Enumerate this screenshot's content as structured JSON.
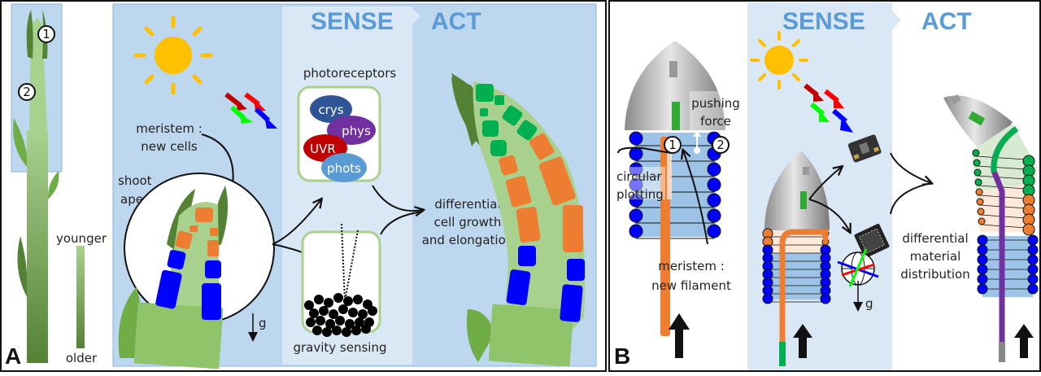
{
  "panel_a": {
    "letter": "A",
    "gradient_legend": {
      "top": "younger",
      "bottom": "older"
    },
    "markers": [
      "1",
      "2"
    ],
    "sense_title": "SENSE",
    "act_title": "ACT",
    "meristem_label": [
      "meristem :",
      "new cells"
    ],
    "shoot_apex_label": [
      "shoot",
      "apex"
    ],
    "photoreceptors_label": "photoreceptors",
    "photoreceptors": [
      "crys",
      "phys",
      "UVR",
      "phots"
    ],
    "gravity_label": "gravity sensing",
    "gravity_symbol": "g",
    "act_label": [
      "differential",
      "cell growth",
      "and elongation"
    ]
  },
  "panel_b": {
    "letter": "B",
    "markers": [
      "1",
      "2"
    ],
    "pushing_force_label": [
      "pushing",
      "force"
    ],
    "circular_plotting_label": [
      "circular",
      "plotting"
    ],
    "meristem_label": [
      "meristem :",
      "new filament"
    ],
    "sense_title": "SENSE",
    "act_title": "ACT",
    "gravity_symbol": "g",
    "act_label": [
      "differential",
      "material",
      "distribution"
    ]
  },
  "colors": {
    "panel_bg": "#bdd7ee",
    "sense_bg": "#dae8f5",
    "header_text": "#5b9bd5",
    "sun": "#ffc000",
    "cell_green": "#00b050",
    "cell_orange": "#ed7d31",
    "cell_blue": "#0000ff",
    "stem_light": "#a9d18e",
    "leaf_dark": "#548235",
    "crys": "#2f5597",
    "phys": "#7030a0",
    "uvr": "#c00000",
    "phots": "#5b9bd5"
  }
}
